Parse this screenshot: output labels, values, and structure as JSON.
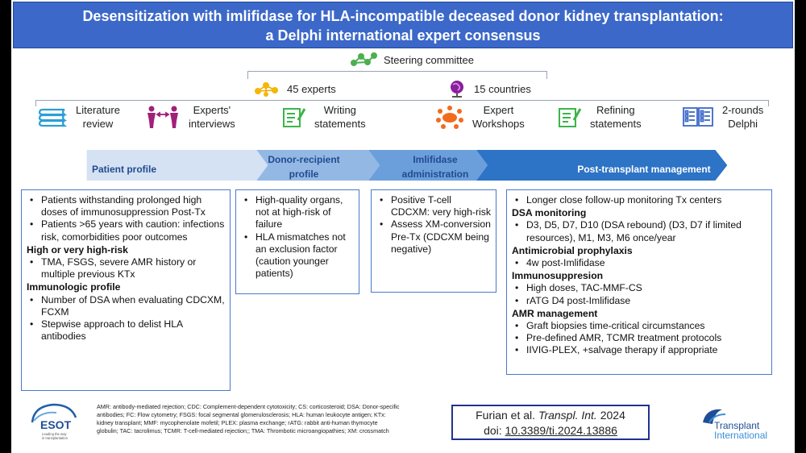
{
  "title": {
    "line1": "Desensitization with imlifidase for HLA-incompatible deceased donor kidney transplantation:",
    "line2": "a Delphi international expert consensus"
  },
  "steering": {
    "label": "Steering committee",
    "icon": "network-icon"
  },
  "experts": {
    "label": "45 experts",
    "icon": "people-network-icon"
  },
  "countries": {
    "label": "15 countries",
    "icon": "globe-icon"
  },
  "steps": [
    {
      "label": "Literature review",
      "line1": "Literature",
      "line2": "review",
      "icon": "books-icon"
    },
    {
      "label": "Experts' interviews",
      "line1": "Experts'",
      "line2": "interviews",
      "icon": "interview-icon"
    },
    {
      "label": "Writing statements",
      "line1": "Writing",
      "line2": "statements",
      "icon": "checklist-icon"
    },
    {
      "label": "Expert Workshops",
      "line1": "Expert",
      "line2": "Workshops",
      "icon": "workshop-icon"
    },
    {
      "label": "Refining statements",
      "line1": "Refining",
      "line2": "statements",
      "icon": "checklist-icon"
    },
    {
      "label": "2-rounds Delphi",
      "line1": "2-rounds",
      "line2": "Delphi",
      "icon": "survey-icon"
    }
  ],
  "phases": [
    {
      "line1": "Patient profile",
      "line2": ""
    },
    {
      "line1": "Donor-recipient",
      "line2": "profile"
    },
    {
      "line1": "Imlifidase",
      "line2": "administration"
    },
    {
      "line1": "Post-transplant management",
      "line2": ""
    }
  ],
  "patient_profile": {
    "bullets1": [
      "Patients withstanding prolonged high doses of immunosuppression Post-Tx",
      "Patients >65 years with caution: infections risk, comorbidities poor outcomes"
    ],
    "sec2": "High or very high-risk",
    "bullets2": [
      "TMA, FSGS, severe AMR history or multiple previous KTx"
    ],
    "sec3": "Immunologic profile",
    "bullets3": [
      "Number of DSA when evaluating CDCXM, FCXM",
      "Stepwise approach to delist HLA antibodies"
    ]
  },
  "donor_recipient": {
    "bullets": [
      "High-quality organs, not at high-risk of failure",
      "HLA mismatches not an exclusion factor (caution younger patients)"
    ]
  },
  "imlifidase": {
    "bullets": [
      "Positive T-cell CDCXM: very high-risk",
      "Assess XM-conversion Pre-Tx (CDCXM being negative)"
    ]
  },
  "post_tx": {
    "bullets0": [
      "Longer close follow-up monitoring Tx centers"
    ],
    "sec1": "DSA monitoring",
    "bullets1": [
      "D3, D5, D7, D10 (DSA rebound) (D3, D7 if limited resources), M1, M3, M6 once/year"
    ],
    "sec2": "Antimicrobial prophylaxis",
    "bullets2": [
      "4w post-Imlifidase"
    ],
    "sec3": "Immunosuppresion",
    "bullets3": [
      "High doses, TAC-MMF-CS",
      " rATG D4 post-Imlifidase"
    ],
    "sec4": "AMR management",
    "bullets4": [
      "Graft biopsies time-critical circumstances",
      "Pre-defined AMR, TCMR treatment protocols",
      "IIVIG-PLEX, +salvage therapy if appropriate"
    ]
  },
  "abbreviations": "AMR: antibody-mediated rejection; CDC: Complement-dependent cytotoxicity; CS: corticosteroid; DSA: Donor-specific antibodies; FC: Flow cytometry; FSGS: focal segmental glomerulosclerosis; HLA: human leukocyte antigen; KTx: kidney transplant; MMF: mycophenolate mofetil; PLEX: plasma exchange; rATG: rabbit anti-human thymocyte globulin; TAC: tacrolimus; TCMR: T-cell-mediated rejection;; TMA: Thrombotic microangiopathies; XM: crossmatch",
  "citation": {
    "authors": "Furian et al.",
    "journal": "Transpl. Int.",
    "year": "2024",
    "doi_prefix": "doi: ",
    "doi": "10.3389/ti.2024.13886"
  },
  "logos": {
    "esot": "ESOT",
    "esot_tagline": "Leading the way in transplantation",
    "ti_line1": "Transplant",
    "ti_line2": "International"
  },
  "colors": {
    "title_bg": "#3b68c9",
    "phase_light": "#d4e2f3",
    "phase_dark": "#2d73c6",
    "panel_border": "#4a79c9",
    "citation_border": "#21338d"
  }
}
